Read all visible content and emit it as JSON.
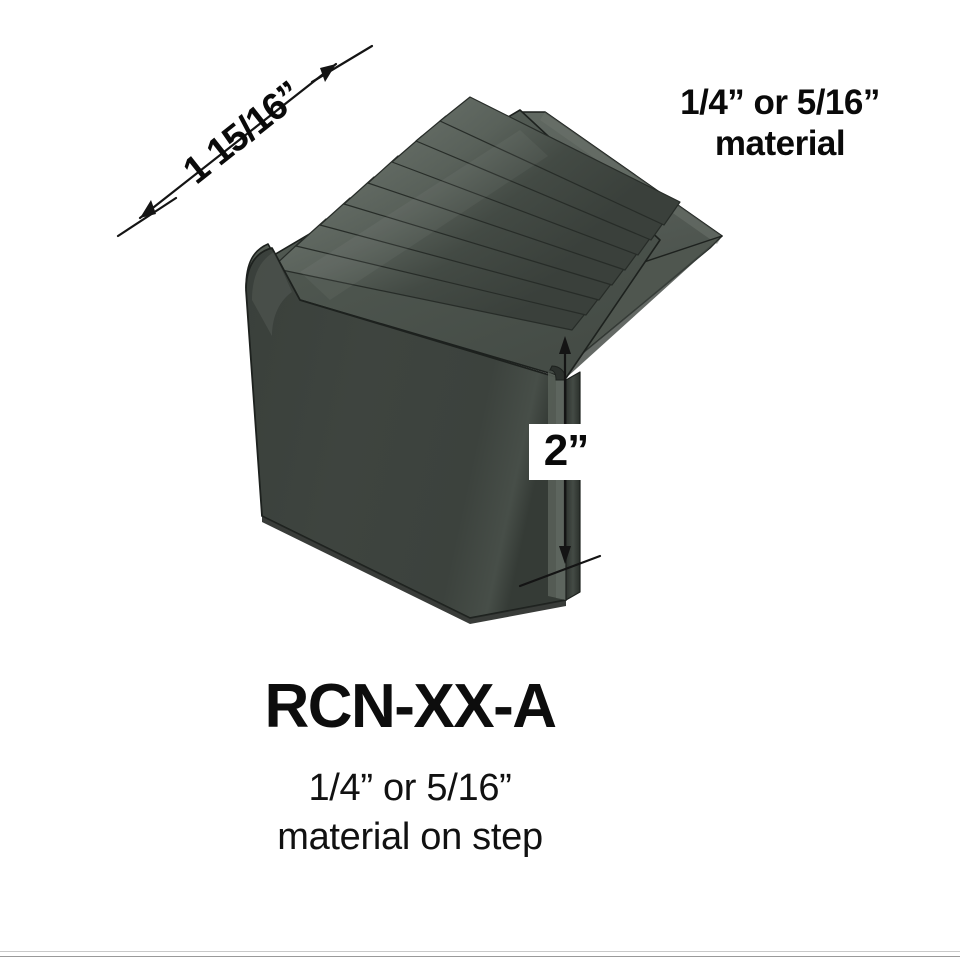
{
  "product": {
    "model_code": "RCN-XX-A",
    "caption_line_1": "1/4” or 5/16”",
    "caption_line_2": "material on step"
  },
  "callouts": {
    "material_line_1": "1/4” or 5/16”",
    "material_line_2": "material"
  },
  "dimensions": {
    "depth_label": "1 15/16”",
    "height_label": "2”"
  },
  "colors": {
    "background": "#ffffff",
    "text": "#0a0a0a",
    "front_face": "#3c423d",
    "front_face_light": "#4a514b",
    "tread_top": "#525a54",
    "tread_groove_dark": "#3b423d",
    "tread_groove_light": "#5e665f",
    "flange_top": "#5a625c",
    "flange_side": "#474e48",
    "edge_outline": "#1d211e",
    "dimension_line": "#1a1a1a",
    "footer_rule": "#b9b9b9"
  },
  "geometry": {
    "groove_count": 8,
    "view": "isometric-3d",
    "object": "stair-nosing-profile"
  }
}
